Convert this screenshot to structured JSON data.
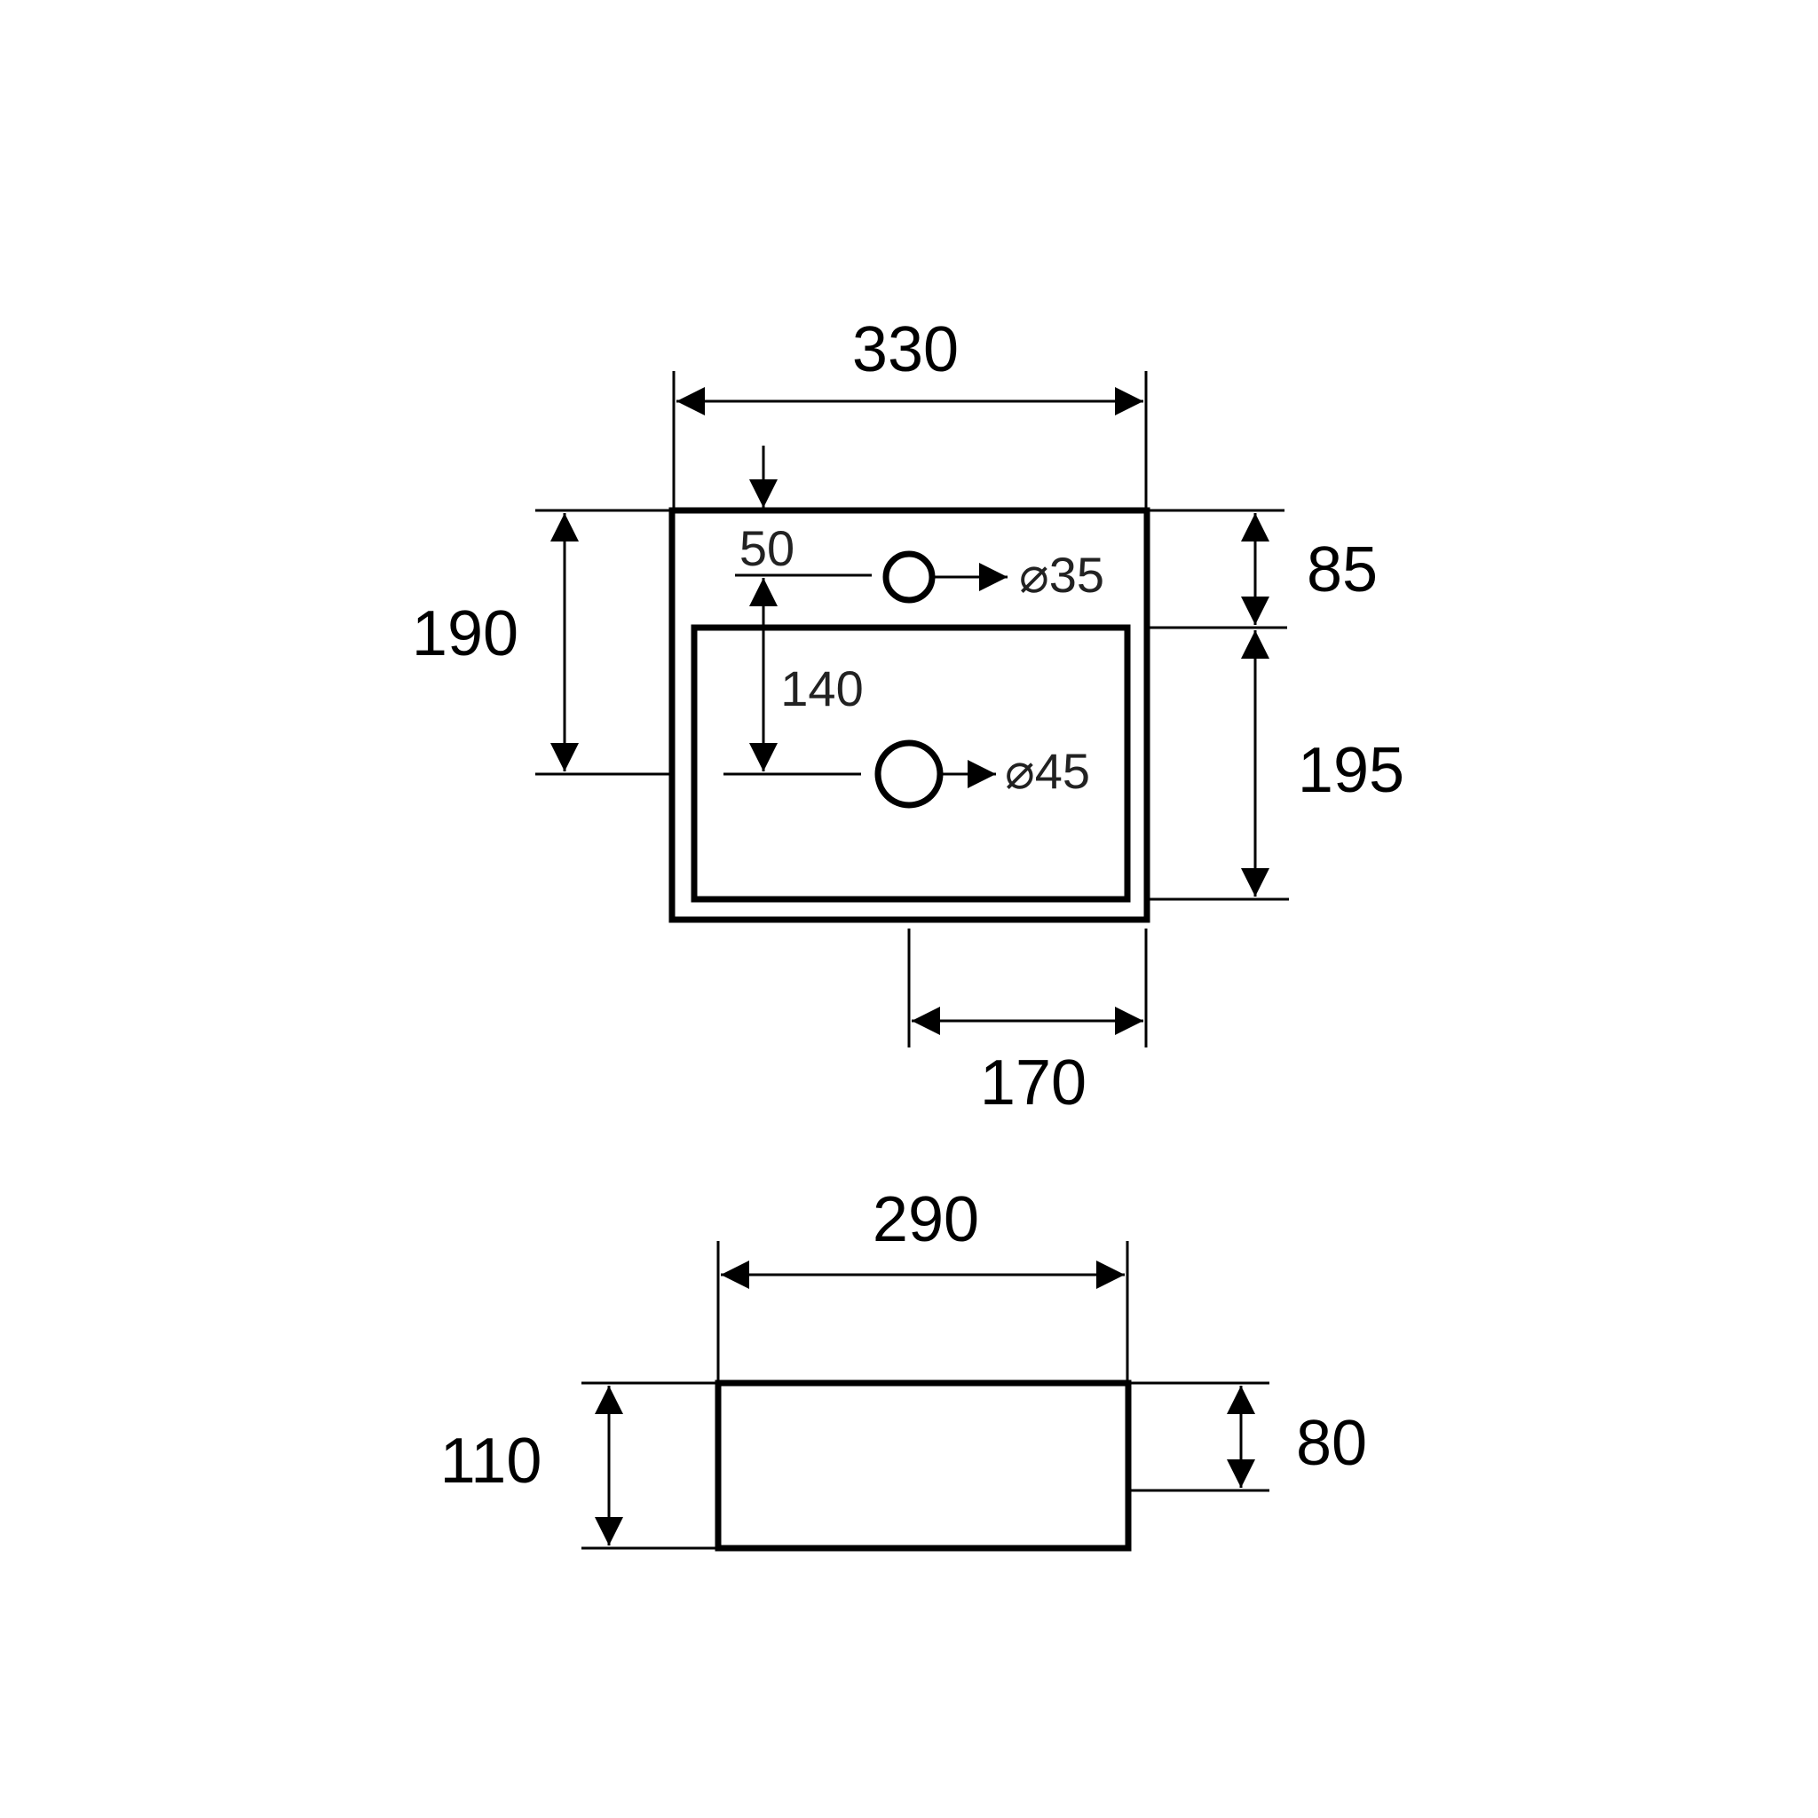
{
  "colors": {
    "line": "#000000",
    "background": "#ffffff"
  },
  "top_view": {
    "overall_width": "330",
    "overall_depth": "190",
    "rim_depth": "85",
    "basin_depth": "195",
    "drain_offset": "170",
    "tap_hole_offset": "50",
    "drain_from_tap": "140",
    "tap_hole_diameter": "⌀35",
    "drain_diameter": "⌀45"
  },
  "side_view": {
    "width": "290",
    "height": "110",
    "bowl_height": "80"
  }
}
